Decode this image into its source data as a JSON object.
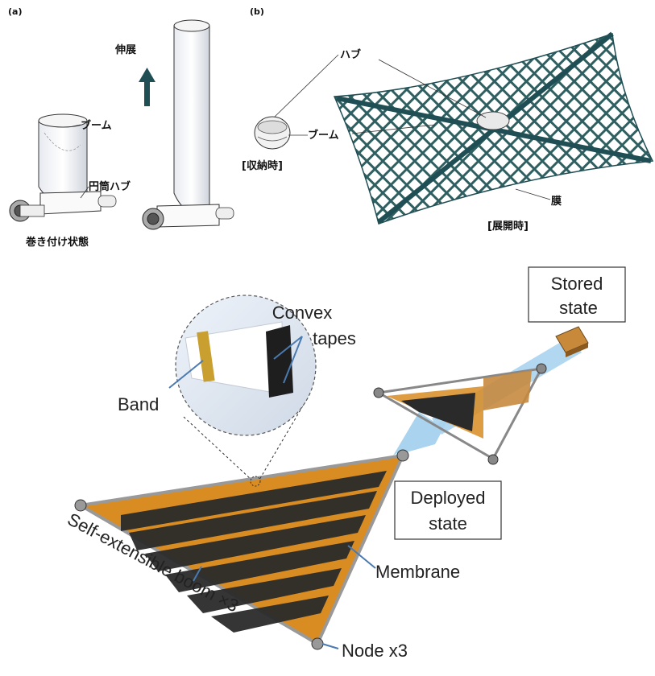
{
  "panel_a": {
    "label": "(a)",
    "extend": "伸展",
    "boom": "ブーム",
    "hub": "円筒ハブ",
    "wound": "巻き付け状態"
  },
  "panel_b": {
    "label": "(b)",
    "hub": "ハブ",
    "boom": "ブーム",
    "stowed": "[収納時]",
    "membrane": "膜",
    "deployed": "[展開時]"
  },
  "bottom": {
    "convex_line1": "Convex",
    "convex_line2": "tapes",
    "band": "Band",
    "stored_line1": "Stored",
    "stored_line2": "state",
    "deployed_line1": "Deployed",
    "deployed_line2": "state",
    "membrane": "Membrane",
    "boom": "Self-extensible boom ×3",
    "node": "Node x3"
  },
  "colors": {
    "mesh": "#2f5f60",
    "membrane": "#d98c22",
    "cell": "#2a2a2a",
    "arrow": "#a9d3ef",
    "leader": "#4a7ab0"
  }
}
